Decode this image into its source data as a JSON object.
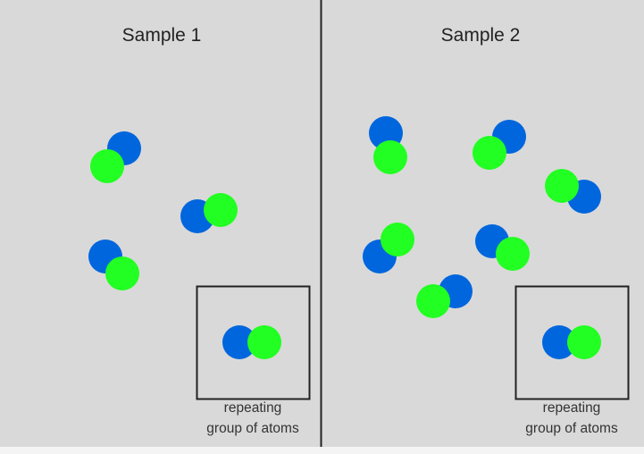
{
  "colors": {
    "atom_a": "#0066dd",
    "atom_b": "#22ff22",
    "background": "#d9d9d9"
  },
  "samples": [
    {
      "title": "Sample 1",
      "label_line1": "repeating",
      "label_line2": "group of atoms"
    },
    {
      "title": "Sample 2",
      "label_line1": "repeating",
      "label_line2": "group of atoms"
    }
  ]
}
